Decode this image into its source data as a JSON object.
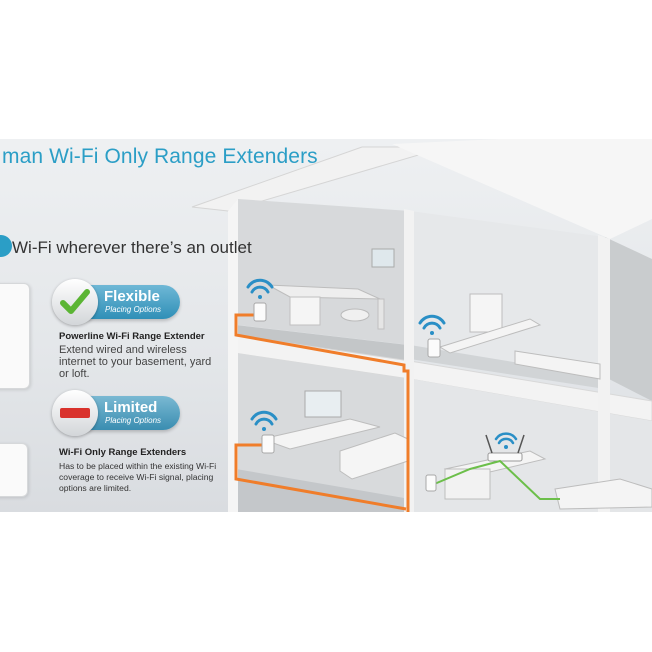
{
  "banner": {
    "title": "man Wi-Fi Only Range Extenders",
    "subtitle": "Wi-Fi wherever there’s an outlet",
    "flexible": {
      "badge": "Flexible",
      "badge_sub": "Placing Options",
      "heading": "Powerline Wi-Fi Range Extender",
      "body_lines": [
        "Extend wired and wireless",
        "internet to your basement, yard",
        "or loft."
      ]
    },
    "limited": {
      "badge": "Limited",
      "badge_sub": "Placing Options",
      "heading": "Wi-Fi Only Range Extenders",
      "body_lines": [
        "Has to be placed within the existing Wi-Fi",
        "coverage to receive Wi-Fi signal, placing",
        "options are limited."
      ]
    }
  },
  "colors": {
    "accent": "#2b9ec6",
    "wifi_icon": "#2a8fc6",
    "powerline": "#f07d2a",
    "ethernet": "#6cbf4a",
    "limited_bar": "#d9322c",
    "check": "#5bb534"
  }
}
